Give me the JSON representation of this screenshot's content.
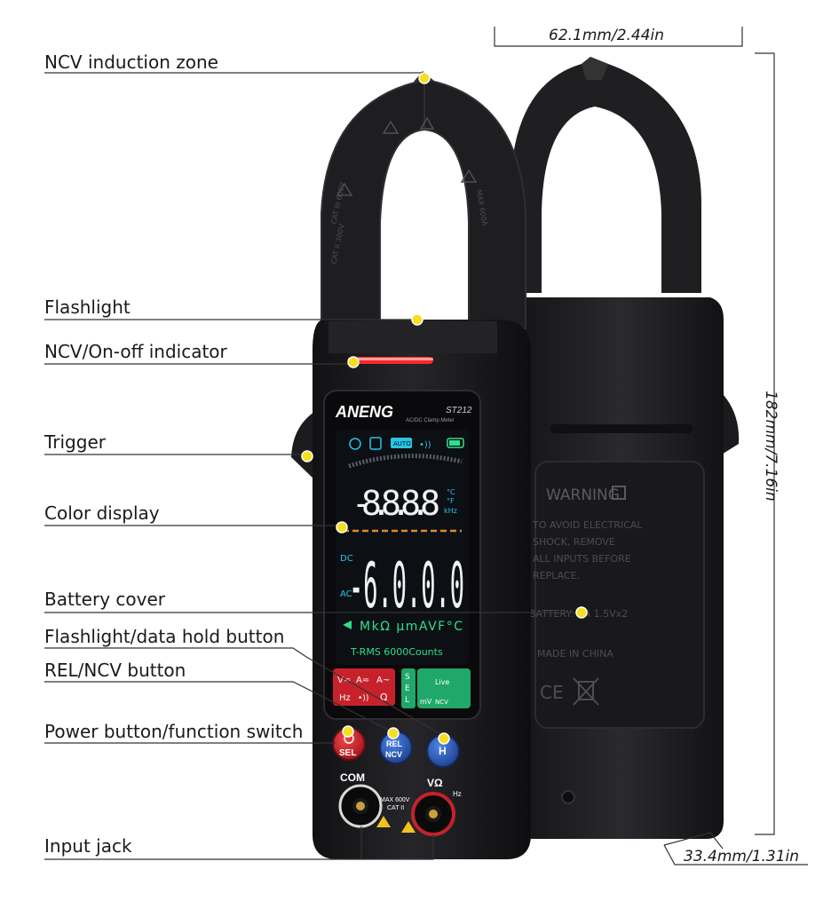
{
  "callouts": [
    "NCV induction zone",
    "Flashlight",
    "NCV/On-off indicator",
    "Trigger",
    "Color display",
    "Battery cover",
    "Flashlight/data hold button",
    "REL/NCV button",
    "Power button/function switch",
    "Input jack"
  ],
  "dimensions": {
    "width": "62.1mm/2.44in",
    "height": "182mm/7.16in",
    "depth": "33.4mm/1.31in"
  },
  "meter": {
    "brand": "ANENG",
    "model": "ST212",
    "subtitle": "AC/DC Clamp Meter",
    "jaw_marks_left": [
      "CAT III 600V",
      "CAT II 300V"
    ],
    "jaw_marks_right": [
      "MAX 600A"
    ],
    "lcd": {
      "top_digits": "-8.8.8.8",
      "top_units": [
        "°C",
        "°F",
        "kHz"
      ],
      "main_digits": "-6.0.0.0",
      "side_labels": [
        "DC",
        "AC"
      ],
      "unit_row": "MkΩ μmAVF°C",
      "footer": "T-RMS 6000Counts",
      "auto_badge": "AUTO"
    },
    "selector_left": [
      "V≂",
      "A≂",
      "A~",
      "Hz",
      "Ω"
    ],
    "selector_sel": [
      "S",
      "E",
      "L"
    ],
    "selector_right": [
      "Live",
      "mV",
      "NCV"
    ],
    "buttons": {
      "power": "SEL",
      "rel_top": "REL",
      "rel_bottom": "NCV",
      "hold": "H"
    },
    "jacks": {
      "com": "COM",
      "v": "VΩ",
      "v_sub": "Hz",
      "max": "MAX 600V",
      "cat": "CAT II"
    }
  },
  "back_panel": {
    "warning_title": "WARNING",
    "warning_lines": [
      "TO AVOID ELECTRICAL",
      "SHOCK, REMOVE",
      "ALL INPUTS BEFORE",
      "REPLACE."
    ],
    "battery": "BATTERY: AA 1.5Vx2",
    "made_in": "MADE IN CHINA",
    "marks": [
      "CE"
    ]
  },
  "colors": {
    "body": "#1c1c1e",
    "lcd_bg": "#0c0f14",
    "lcd_white": "#f2f2f2",
    "lcd_cyan": "#27c6e6",
    "lcd_green": "#2fe08a",
    "button_red": "#d8262e",
    "button_blue": "#2f63c8",
    "callout_dot": "#f7de1e"
  }
}
